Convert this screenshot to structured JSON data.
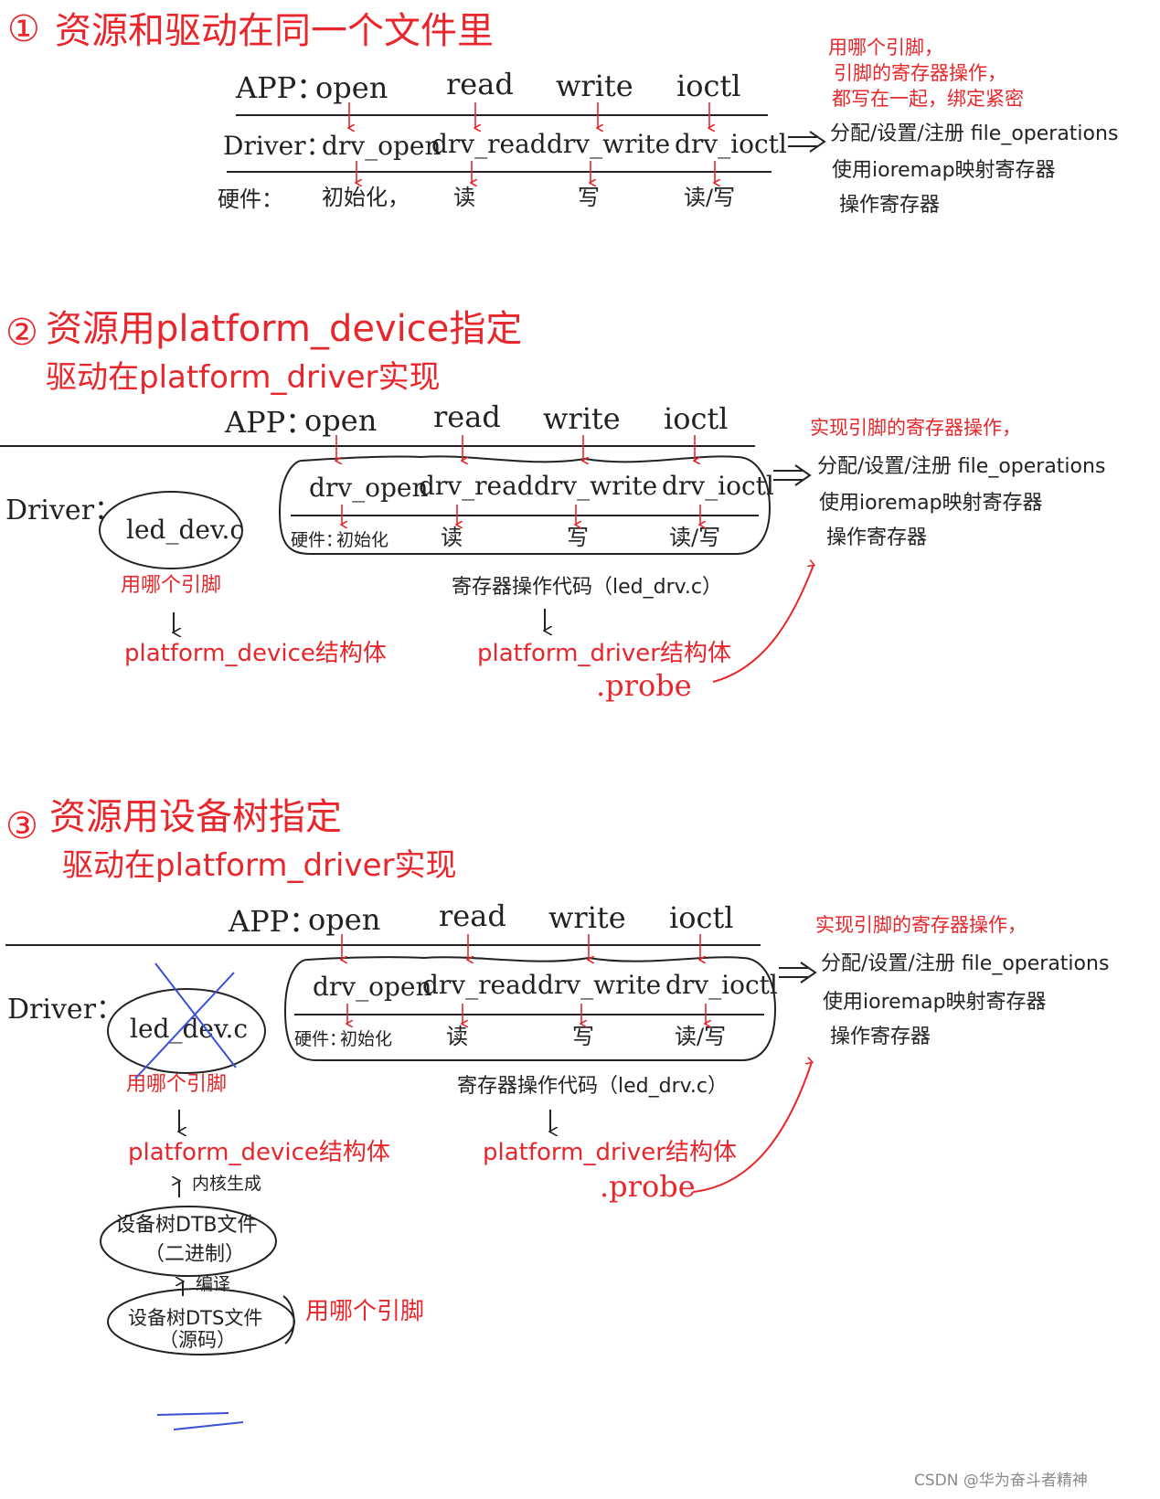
{
  "sections": [
    {
      "num": "①",
      "title": "资源和驱动在同一个文件里",
      "app_label": "APP：",
      "driver_label": "Driver：",
      "hw_label": "硬件：",
      "api": [
        "open",
        "read",
        "write",
        "ioctl"
      ],
      "drv": [
        "drv_open",
        "drv_read",
        "drv_write",
        "drv_ioctl"
      ],
      "hw": [
        "初始化，",
        "读",
        "写",
        "读/写"
      ],
      "note_red": [
        "用哪个引脚，",
        "引脚的寄存器操作，",
        "都写在一起，绑定紧密"
      ],
      "note_black": [
        "分配/设置/注册 file_operations",
        "使用ioremap映射寄存器",
        "操作寄存器"
      ]
    },
    {
      "num": "②",
      "title": "资源用platform_device指定",
      "subtitle": "驱动在platform_driver实现",
      "app_label": "APP：",
      "driver_label": "Driver：",
      "hw_label": "硬件：",
      "api": [
        "open",
        "read",
        "write",
        "ioctl"
      ],
      "drv": [
        "drv_open",
        "drv_read",
        "drv_write",
        "drv_ioctl"
      ],
      "hw": [
        "初始化",
        "读",
        "写",
        "读/写"
      ],
      "led_dev": "led_dev.c",
      "pin_note": "用哪个引脚",
      "pdev": "platform_device结构体",
      "reg_note": "寄存器操作代码（led_drv.c）",
      "pdrv": "platform_driver结构体",
      "probe": ".probe",
      "note_red": [
        "实现引脚的寄存器操作，"
      ],
      "note_black": [
        "分配/设置/注册 file_operations",
        "使用ioremap映射寄存器",
        "操作寄存器"
      ]
    },
    {
      "num": "③",
      "title": "资源用设备树指定",
      "subtitle": "驱动在platform_driver实现",
      "app_label": "APP：",
      "driver_label": "Driver：",
      "hw_label": "硬件：",
      "api": [
        "open",
        "read",
        "write",
        "ioctl"
      ],
      "drv": [
        "drv_open",
        "drv_read",
        "drv_write",
        "drv_ioctl"
      ],
      "hw": [
        "初始化",
        "读",
        "写",
        "读/写"
      ],
      "led_dev": "led_dev.c",
      "pin_note": "用哪个引脚",
      "pdev": "platform_device结构体",
      "kernel_note": "内核生成",
      "dtb_lines": [
        "设备树DTB文件",
        "（二进制）"
      ],
      "compile_note": "编译",
      "dts_lines": [
        "设备树DTS文件",
        "（源码）"
      ],
      "dts_pin_note": "用哪个引脚",
      "reg_note": "寄存器操作代码（led_drv.c）",
      "pdrv": "platform_driver结构体",
      "probe": ".probe",
      "note_red": [
        "实现引脚的寄存器操作，"
      ],
      "note_black": [
        "分配/设置/注册 file_operations",
        "使用ioremap映射寄存器",
        "操作寄存器"
      ]
    }
  ],
  "watermark": "CSDN @华为奋斗者精神",
  "colors": {
    "ink": "#222222",
    "red": "#e8262b",
    "blue": "#3a4fd6"
  }
}
